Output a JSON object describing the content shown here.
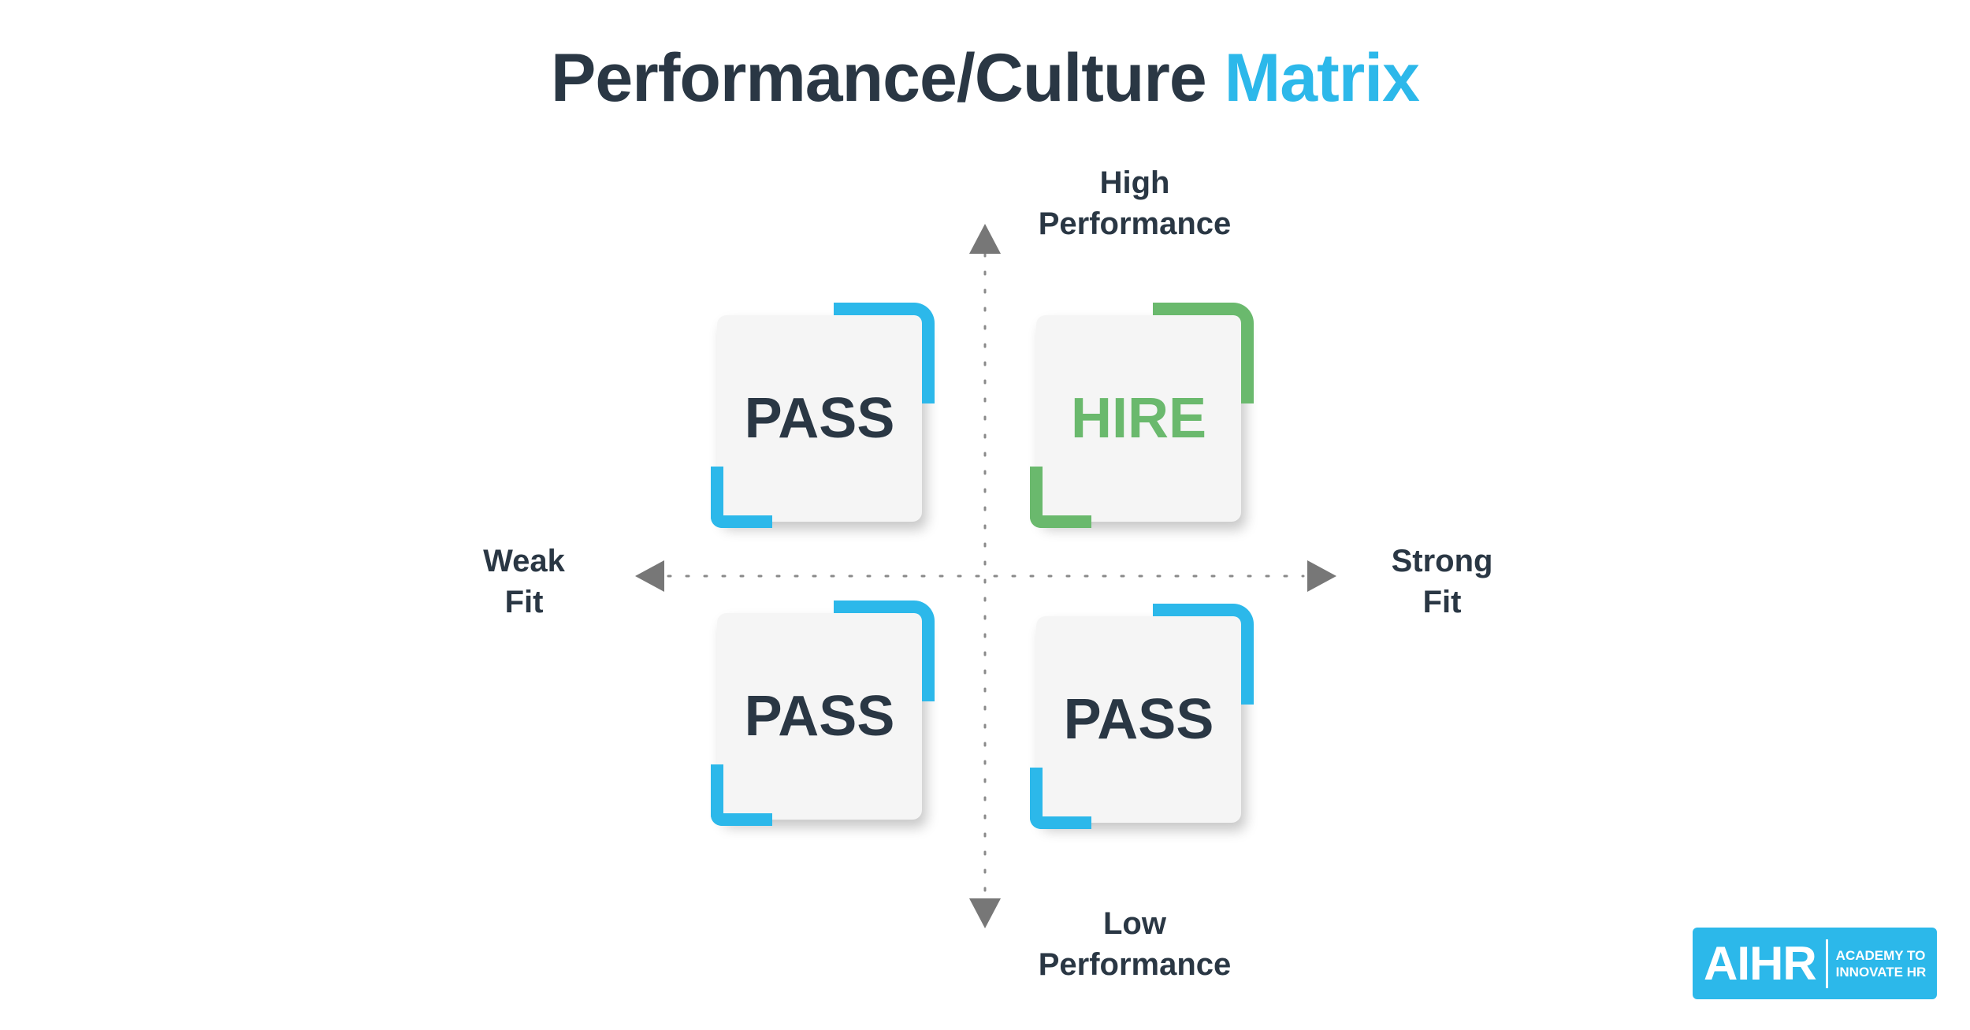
{
  "title": {
    "main": "Performance/Culture",
    "accent": "Matrix"
  },
  "axes": {
    "top": [
      "High",
      "Performance"
    ],
    "bottom": [
      "Low",
      "Performance"
    ],
    "left": [
      "Weak",
      "Fit"
    ],
    "right": [
      "Strong",
      "Fit"
    ]
  },
  "quadrants": {
    "top_left": "PASS",
    "top_right": "HIRE",
    "bottom_left": "PASS",
    "bottom_right": "PASS"
  },
  "colors": {
    "text": "#2a3744",
    "accent_blue": "#2cb8ea",
    "hire_green": "#6ab96d",
    "axis_gray": "#777777"
  },
  "logo": {
    "mark": "AIHR",
    "tagline": [
      "ACADEMY TO",
      "INNOVATE HR"
    ]
  }
}
